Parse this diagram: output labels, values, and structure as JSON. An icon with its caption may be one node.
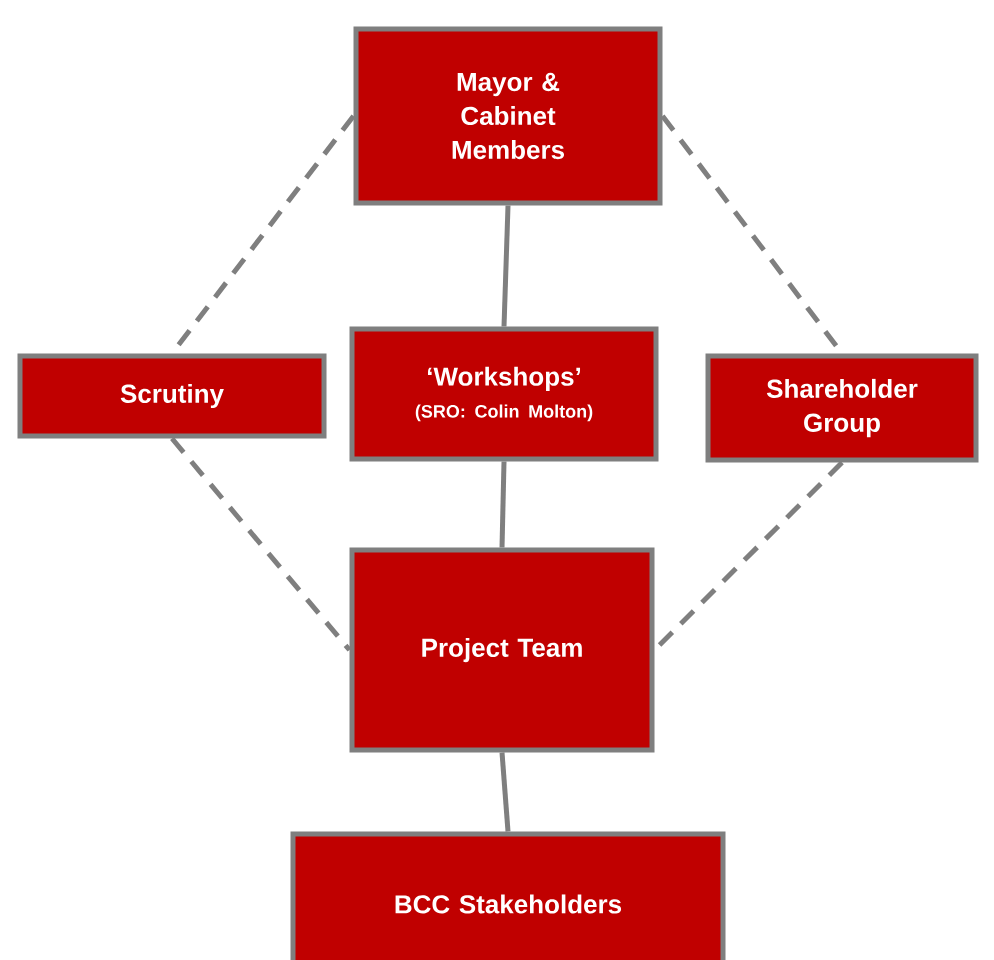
{
  "diagram": {
    "nodes": [
      {
        "text": [
          "Mayor & Cabinet Members"
        ]
      },
      {
        "text": [
          "Scrutiny"
        ]
      },
      {
        "text": [
          "‘Workshops’",
          "(SRO: Colin Molton)"
        ]
      },
      {
        "text": [
          "Shareholder Group"
        ]
      },
      {
        "text": [
          "Project Team"
        ]
      },
      {
        "text": [
          "BCC Stakeholders"
        ]
      }
    ],
    "edges": [
      {
        "from": 0,
        "to": 2,
        "arrow": "none"
      },
      {
        "from": 2,
        "to": 4,
        "arrow": "none"
      },
      {
        "from": 4,
        "to": 5,
        "arrow": "none"
      },
      {
        "from": 0,
        "to": 1,
        "arrow": "none",
        "style": "dashed"
      },
      {
        "from": 0,
        "to": 3,
        "arrow": "none",
        "style": "dashed"
      },
      {
        "from": 1,
        "to": 4,
        "arrow": "none",
        "style": "dashed"
      },
      {
        "from": 3,
        "to": 4,
        "arrow": "none",
        "style": "dashed"
      }
    ]
  }
}
